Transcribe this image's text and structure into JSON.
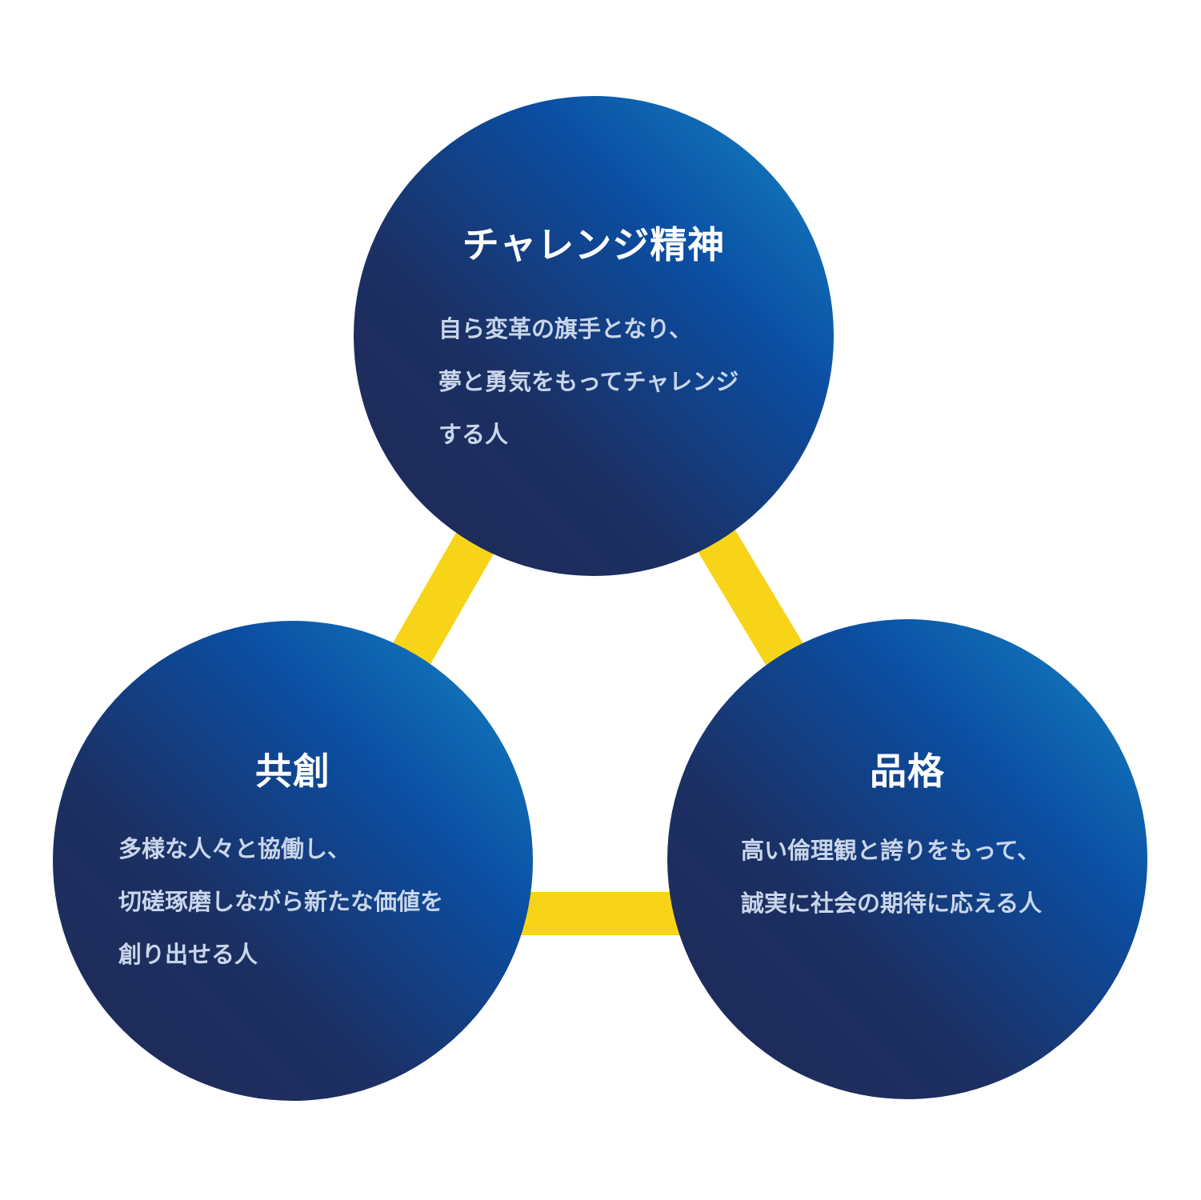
{
  "colors": {
    "connector": "#f7d417",
    "circle_dark": "#1f2a56",
    "circle_mid": "#0b4ea2",
    "circle_light": "#1487c7"
  },
  "nodes": [
    {
      "title": "チャレンジ精神",
      "lines": [
        "自ら変革の旗手となり、",
        "夢と勇気をもってチャレンジ",
        "する人"
      ]
    },
    {
      "title": "共創",
      "lines": [
        "多様な人々と協働し、",
        "切磋琢磨しながら新たな価値を",
        "創り出せる人"
      ]
    },
    {
      "title": "品格",
      "lines": [
        "高い倫理観と誇りをもって、",
        "誠実に社会の期待に応える人"
      ]
    }
  ]
}
